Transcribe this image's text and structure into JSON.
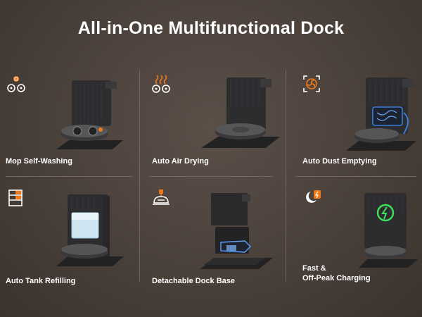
{
  "header": {
    "title": "All-in-One Multifunctional Dock"
  },
  "colors": {
    "accent": "#f07a1a",
    "background": "#4a403a",
    "dock": "#2b2b2d"
  },
  "features": [
    {
      "label": "Mop Self-Washing",
      "icon": "mop-icon"
    },
    {
      "label": "Auto Air Drying",
      "icon": "heat-waves-icon"
    },
    {
      "label": "Auto Dust Emptying",
      "icon": "fan-icon"
    },
    {
      "label": "Auto Tank Refilling",
      "icon": "water-tank-icon"
    },
    {
      "label": "Detachable Dock Base",
      "icon": "dock-base-icon"
    },
    {
      "label_line1": "Fast &",
      "label_line2": "Off-Peak Charging",
      "icon": "moon-charging-icon"
    }
  ]
}
